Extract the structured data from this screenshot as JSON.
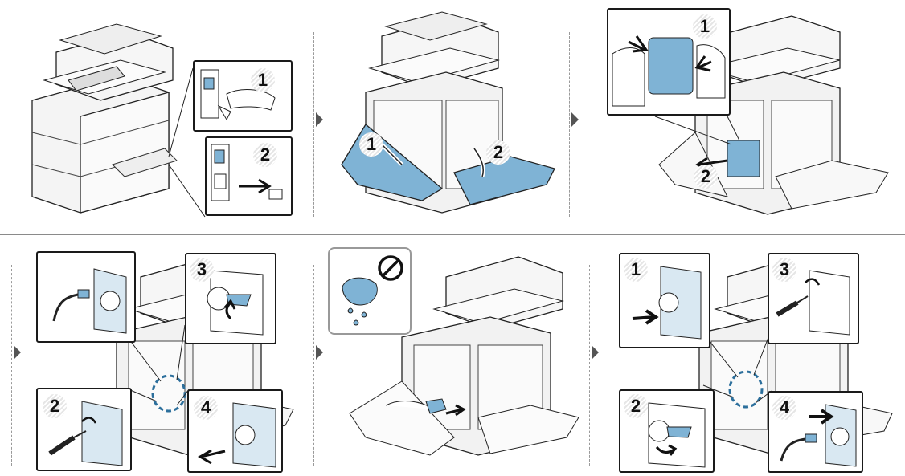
{
  "steps": [
    {
      "id": "power-off",
      "labels": [
        "1",
        "2"
      ]
    },
    {
      "id": "open-doors",
      "labels": [
        "1",
        "2"
      ]
    },
    {
      "id": "remove-waste-toner",
      "labels": [
        "1",
        "2"
      ]
    },
    {
      "id": "remove-transfer-roller",
      "labels": [
        "3",
        "2",
        "4"
      ]
    },
    {
      "id": "clean-inside",
      "labels": []
    },
    {
      "id": "install-transfer-roller",
      "labels": [
        "1",
        "3",
        "2",
        "4"
      ]
    }
  ],
  "colors": {
    "accent_blue": "#7fb3d5",
    "outline": "#1a1a1a",
    "separator": "#8a8a8a"
  },
  "icons": [
    "no-symbol-icon",
    "wet-cloth-icon"
  ]
}
